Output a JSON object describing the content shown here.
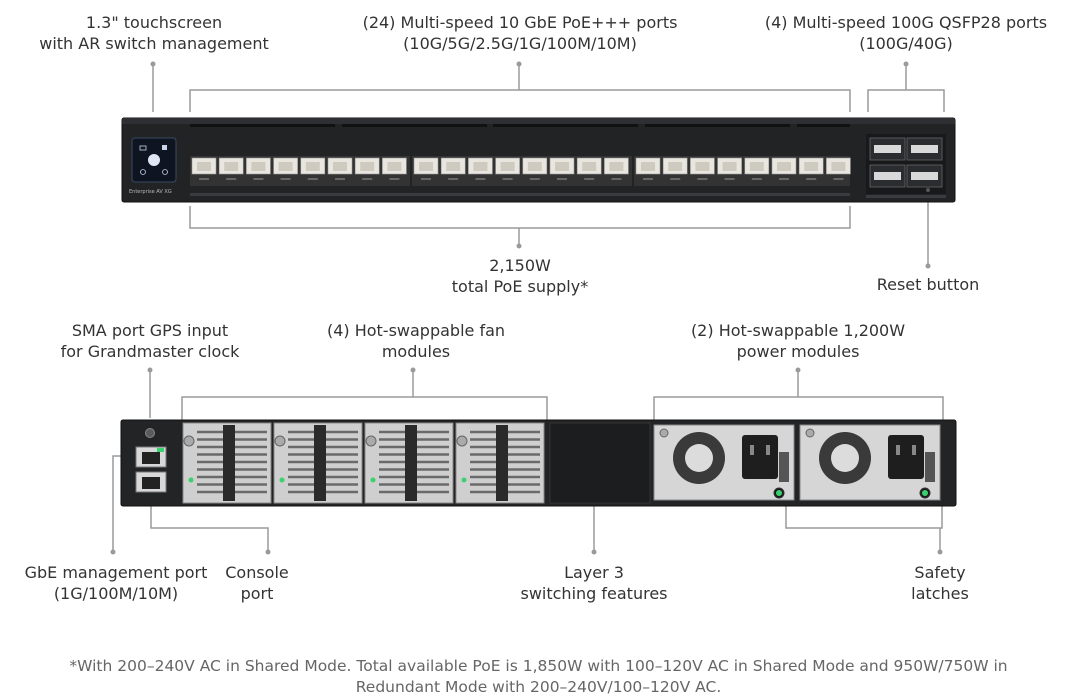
{
  "front": {
    "model_text": "Enterprise AV XG",
    "labels": {
      "touchscreen": [
        "1.3\" touchscreen",
        "with AR switch management"
      ],
      "rj45_ports": [
        "(24) Multi-speed 10 GbE PoE+++ ports",
        "(10G/5G/2.5G/1G/100M/10M)"
      ],
      "qsfp_ports": [
        "(4) Multi-speed 100G QSFP28 ports",
        "(100G/40G)"
      ],
      "poe_supply": [
        "2,150W",
        "total PoE supply*"
      ],
      "reset": [
        "Reset button"
      ]
    }
  },
  "rear": {
    "labels": {
      "sma_gps": [
        "SMA port GPS input",
        "for Grandmaster clock"
      ],
      "fans": [
        "(4) Hot-swappable fan",
        "modules"
      ],
      "power": [
        "(2) Hot-swappable 1,200W",
        "power modules"
      ],
      "mgmt_port": [
        "GbE management port",
        "(1G/100M/10M)"
      ],
      "console": [
        "Console",
        "port"
      ],
      "layer3": [
        "Layer 3",
        "switching features"
      ],
      "latches": [
        "Safety",
        "latches"
      ]
    }
  },
  "footnote": [
    "*With 200–240V AC in Shared Mode. Total available PoE is 1,850W with 100–120V AC in Shared Mode and 950W/750W in",
    "Redundant Mode with 200–240V/100–120V AC."
  ],
  "colors": {
    "chassis": "#1f2022",
    "leader": "#9a9a9a",
    "port": "#e9e6e0",
    "led_green": "#3bd16f"
  }
}
